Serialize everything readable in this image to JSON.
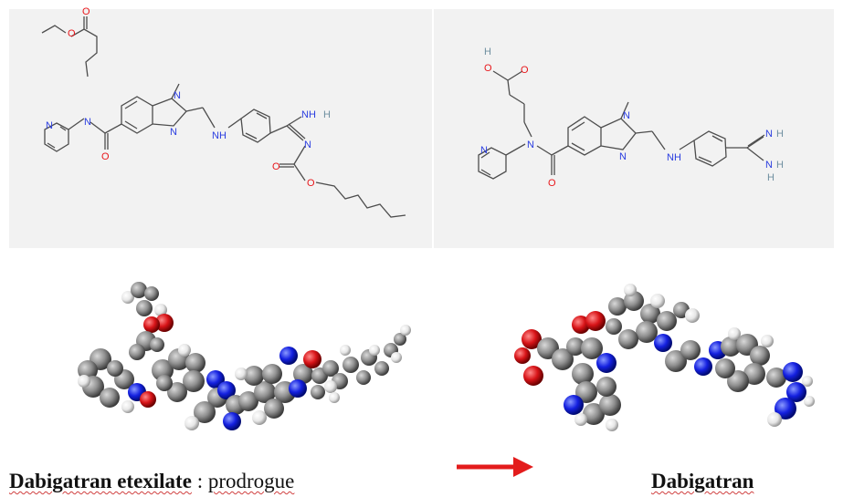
{
  "colors": {
    "panel_bg": "#f2f2f2",
    "bond": "#4d4d4d",
    "oxygen": "#e8171b",
    "nitrogen": "#2a3de0",
    "carbon_sphere": "#909090",
    "hydrogen_sphere": "#f4f4f4",
    "oxygen_sphere": "#d81418",
    "nitrogen_sphere": "#1420e0",
    "arrow": "#e31c1c"
  },
  "atoms": {
    "O": "O",
    "N": "N",
    "H": "H",
    "NH": "NH",
    "NH_amidine": "NH"
  },
  "captions": {
    "prodrug_name": "Dabigatran etexilate",
    "separator": " : ",
    "prodrug_note": "prodrogue",
    "drug_name": "Dabigatran"
  }
}
